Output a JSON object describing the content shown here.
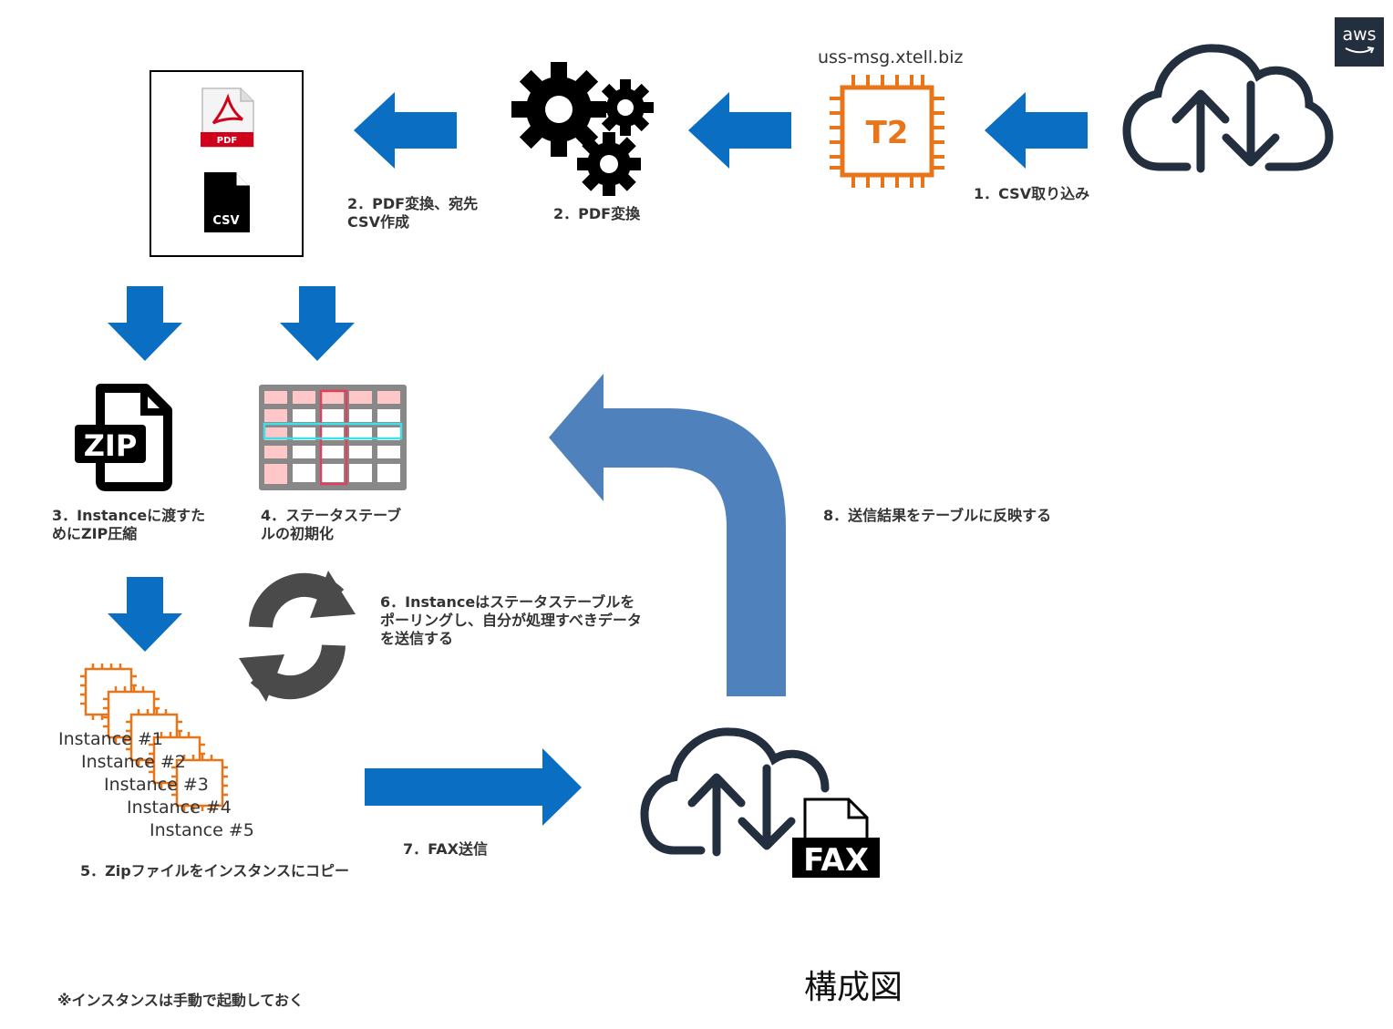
{
  "aws_logo": "aws",
  "host_label": "uss-msg.xtell.biz",
  "ec2_chip_label": "T2",
  "pdf_icon_label": "PDF",
  "csv_icon_label": "CSV",
  "zip_icon_label": "ZIP",
  "fax_icon_label": "FAX",
  "steps": {
    "step1": "1．CSV取り込み",
    "step2_convert": "2．PDF変換",
    "step2_full": "2．PDF変換、宛先\nCSV作成",
    "step3": "3．Instanceに渡すた\nめにZIP圧縮",
    "step4": "4．ステータステーブ\nルの初期化",
    "step5": "5．Zipファイルをインスタンスにコピー",
    "step6": "6．Instanceはステータステーブルを\nポーリングし、自分が処理すべきデータ\nを送信する",
    "step7": "7．FAX送信",
    "step8": "8．送信結果をテーブルに反映する"
  },
  "instances": [
    "Instance  #1",
    "Instance  #2",
    "Instance  #3",
    "Instance  #4",
    "Instance  #5"
  ],
  "footnote": "※インスタンスは手動で起動しておく",
  "diagram_title": "構成図",
  "colors": {
    "arrow_blue": "#0a6fc2",
    "return_arrow": "#4f81bd",
    "ec2_orange": "#e8751a",
    "cloud_dark": "#232f3e",
    "pdf_red": "#d0021b"
  }
}
